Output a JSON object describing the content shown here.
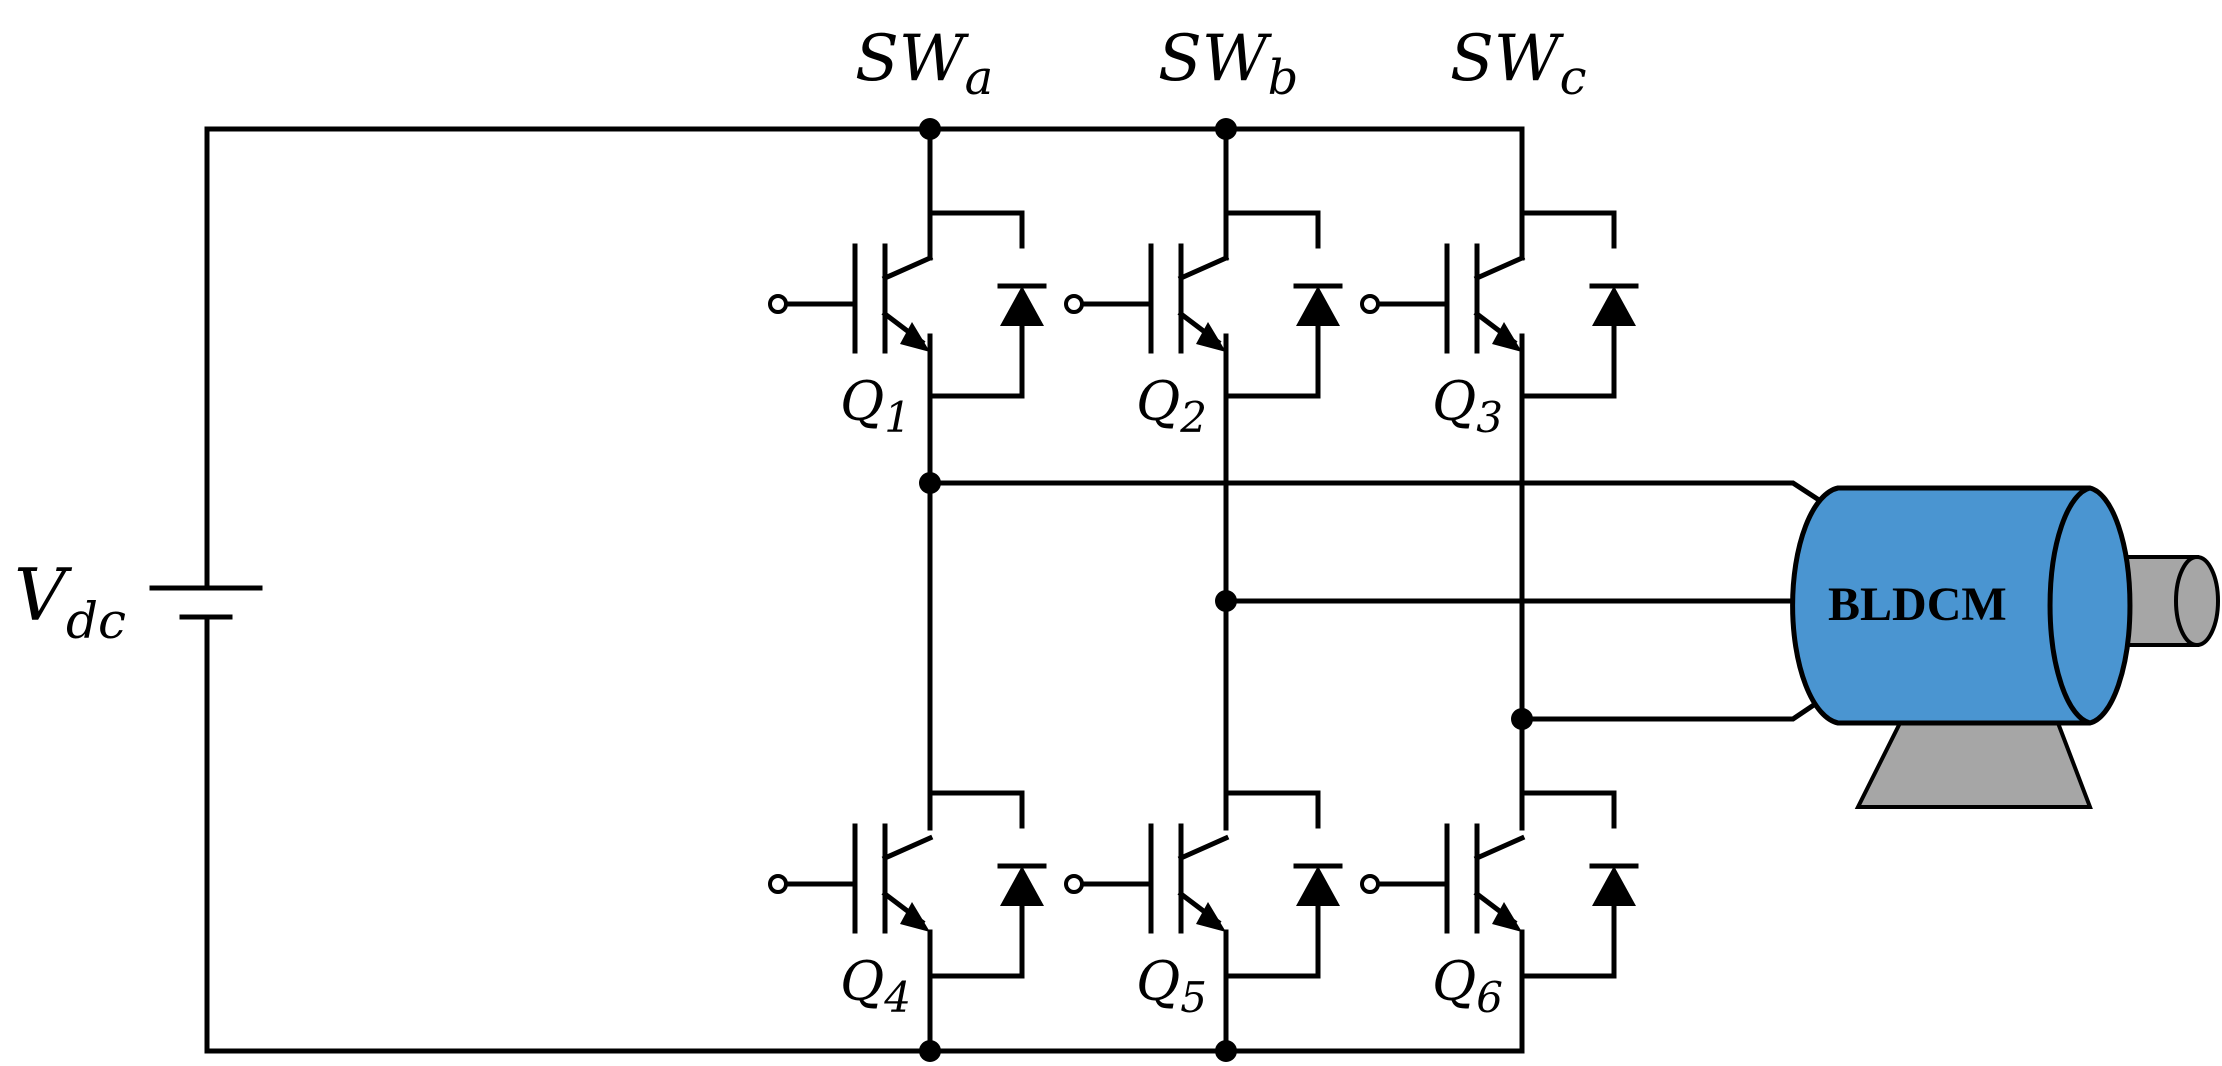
{
  "diagram": {
    "source_label": {
      "main": "V",
      "sub": "dc"
    },
    "legs": [
      {
        "top": {
          "main": "SW",
          "sub": "a"
        }
      },
      {
        "top": {
          "main": "SW",
          "sub": "b"
        }
      },
      {
        "top": {
          "main": "SW",
          "sub": "c"
        }
      }
    ],
    "switches": [
      {
        "main": "Q",
        "sub": "1"
      },
      {
        "main": "Q",
        "sub": "2"
      },
      {
        "main": "Q",
        "sub": "3"
      },
      {
        "main": "Q",
        "sub": "4"
      },
      {
        "main": "Q",
        "sub": "5"
      },
      {
        "main": "Q",
        "sub": "6"
      }
    ],
    "motor": {
      "label": "BLDCM"
    },
    "colors": {
      "motor_body": "#4a95d1",
      "shaft": "#a6a6a6",
      "base": "#a6a6a6",
      "line": "#000000"
    }
  }
}
